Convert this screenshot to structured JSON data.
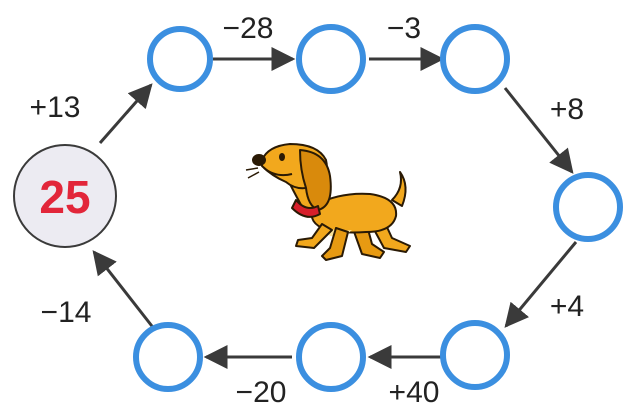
{
  "puzzle": {
    "start_value": "25",
    "blank_count": 7,
    "operations": [
      "+13",
      "−28",
      "−3",
      "+8",
      "+4",
      "+40",
      "−20",
      "−14"
    ]
  },
  "colors": {
    "circle_stroke": "#3b8fe0",
    "start_fill": "#ecebf2",
    "start_text": "#e2263a",
    "arrow": "#3a3a3a",
    "dog_body": "#f2a81d",
    "collar": "#d71f2b"
  },
  "decoration": {
    "dog": "cartoon-dog-icon"
  }
}
